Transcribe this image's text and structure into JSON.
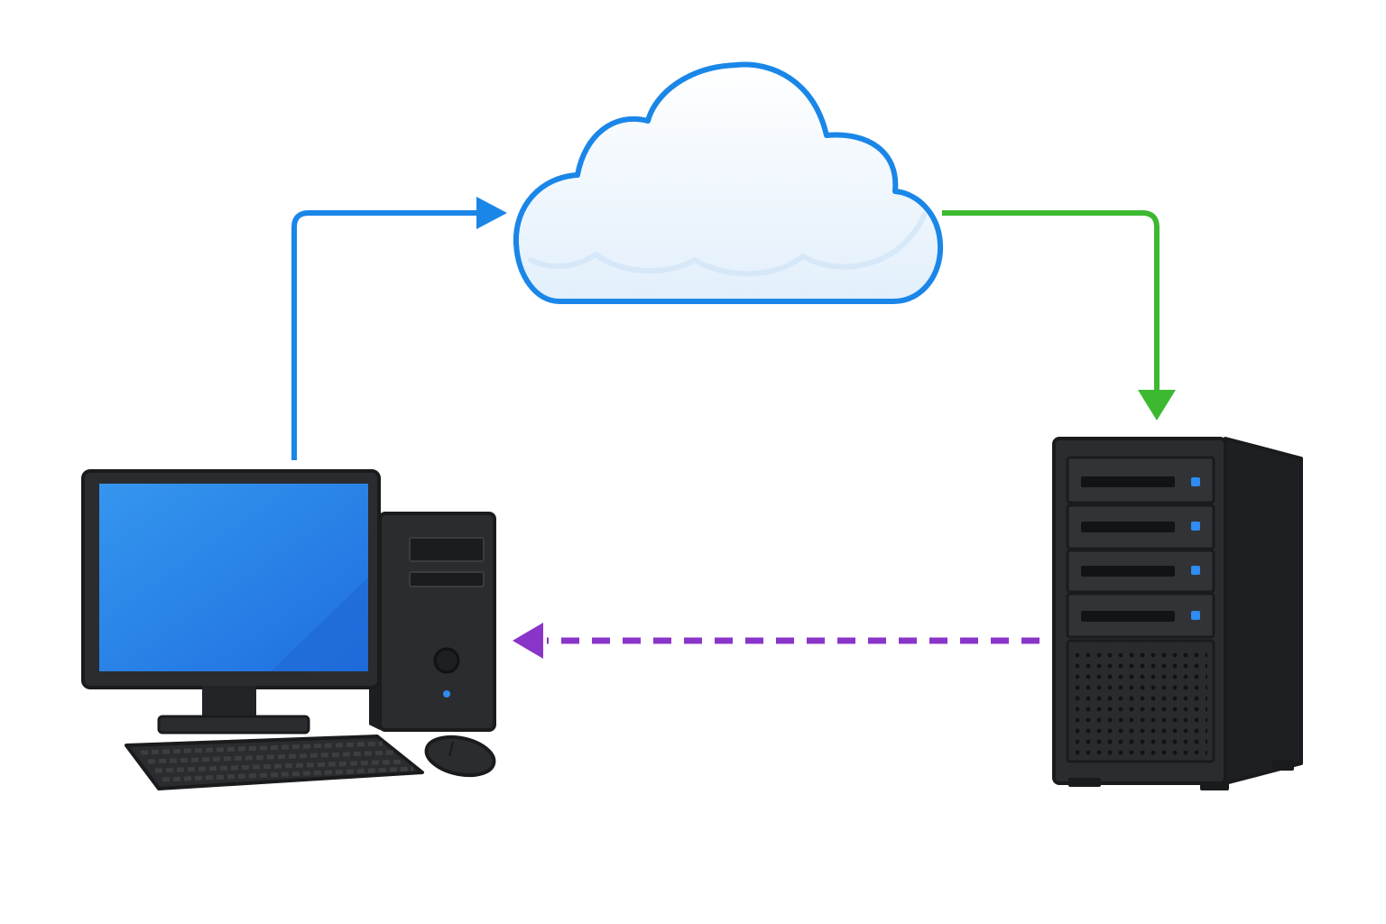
{
  "diagram": {
    "nodes": [
      {
        "id": "client",
        "icon": "desktop-computer-icon"
      },
      {
        "id": "cloud",
        "icon": "cloud-icon"
      },
      {
        "id": "server",
        "icon": "server-tower-icon"
      }
    ],
    "edges": [
      {
        "from": "client",
        "to": "cloud",
        "style": "solid",
        "color": "#1a86e8"
      },
      {
        "from": "cloud",
        "to": "server",
        "style": "solid",
        "color": "#3cb931"
      },
      {
        "from": "server",
        "to": "client",
        "style": "dashed",
        "color": "#8a35c9"
      }
    ]
  },
  "colors": {
    "background": "#ffffff",
    "cloud_outline": "#1a86e8",
    "cloud_fill": "#eef6fd",
    "screen": "#2a7de6",
    "device_body": "#2b2c2f",
    "device_outline": "#1a1b1d",
    "led": "#2f8cf0"
  }
}
